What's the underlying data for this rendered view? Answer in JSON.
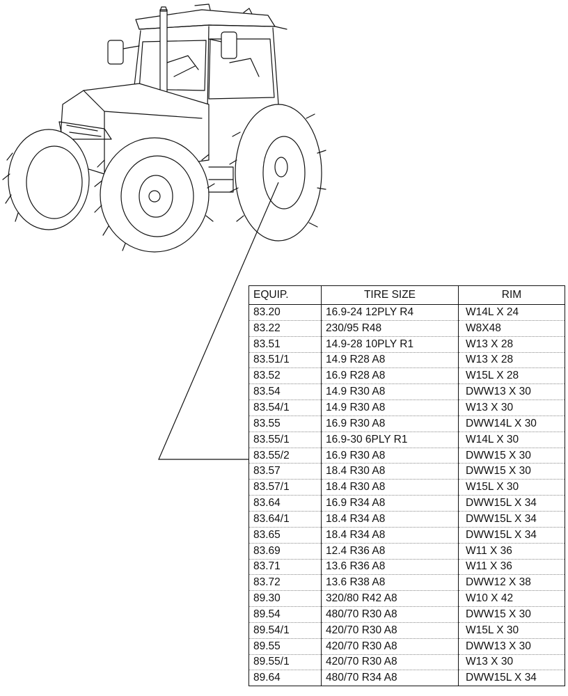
{
  "table": {
    "headers": [
      "EQUIP.",
      "TIRE SIZE",
      "RIM"
    ],
    "rows": [
      [
        "83.20",
        "16.9-24 12PLY R4",
        "W14L X 24"
      ],
      [
        "83.22",
        "230/95 R48",
        "W8X48"
      ],
      [
        "83.51",
        "14.9-28 10PLY R1",
        "W13 X 28"
      ],
      [
        "83.51/1",
        "14.9 R28 A8",
        "W13 X 28"
      ],
      [
        "83.52",
        "16.9 R28 A8",
        "W15L X 28"
      ],
      [
        "83.54",
        "14.9 R30 A8",
        "DWW13 X 30"
      ],
      [
        "83.54/1",
        "14.9 R30 A8",
        "W13 X 30"
      ],
      [
        "83.55",
        "16.9 R30 A8",
        "DWW14L X 30"
      ],
      [
        "83.55/1",
        "16.9-30 6PLY R1",
        "W14L X 30"
      ],
      [
        "83.55/2",
        "16.9 R30 A8",
        "DWW15 X 30"
      ],
      [
        "83.57",
        "18.4 R30 A8",
        "DWW15 X 30"
      ],
      [
        "83.57/1",
        "18.4 R30 A8",
        "W15L X 30"
      ],
      [
        "83.64",
        "16.9 R34 A8",
        "DWW15L X 34"
      ],
      [
        "83.64/1",
        "18.4 R34 A8",
        "DWW15L X 34"
      ],
      [
        "83.65",
        "18.4 R34 A8",
        "DWW15L X 34"
      ],
      [
        "83.69",
        "12.4 R36 A8",
        "W11 X 36"
      ],
      [
        "83.71",
        "13.6 R36 A8",
        "W11 X 36"
      ],
      [
        "83.72",
        "13.6 R38 A8",
        "DWW12 X 38"
      ],
      [
        "89.30",
        "320/80 R42 A8",
        "W10 X 42"
      ],
      [
        "89.54",
        "480/70 R30 A8",
        "DWW15 X 30"
      ],
      [
        "89.54/1",
        "420/70 R30 A8",
        "W15L X 30"
      ],
      [
        "89.55",
        "420/70 R30 A8",
        "DWW13 X 30"
      ],
      [
        "89.55/1",
        "420/70 R30 A8",
        "W13 X 30"
      ],
      [
        "89.64",
        "480/70 R34 A8",
        "DWW15L X 34"
      ]
    ]
  }
}
